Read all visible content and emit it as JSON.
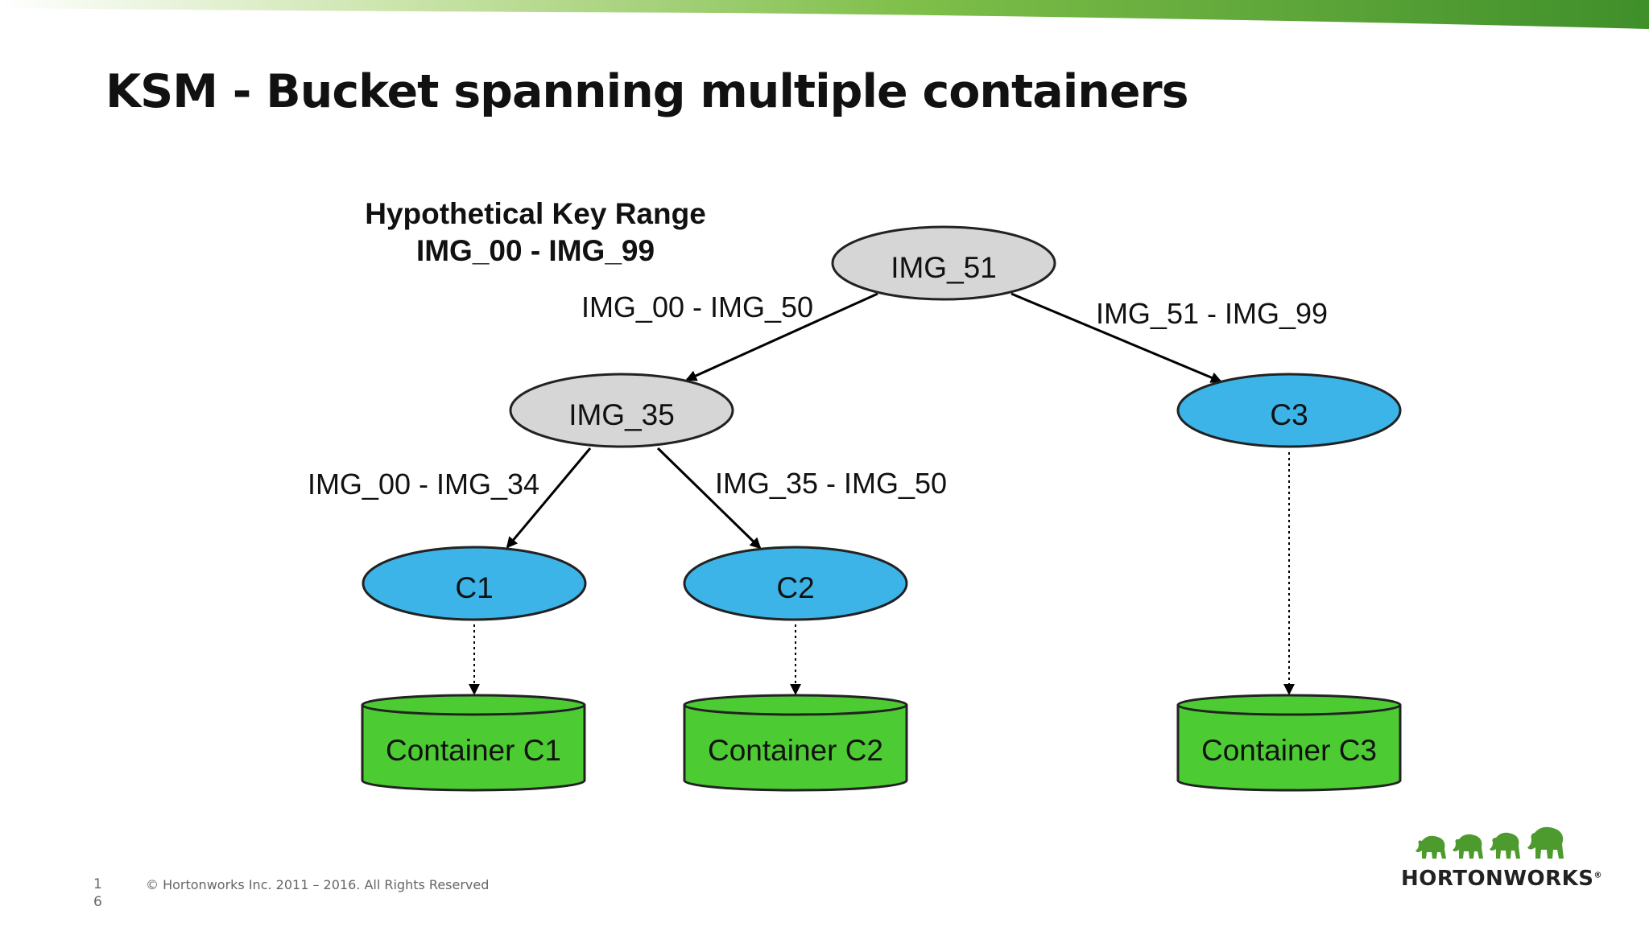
{
  "slide": {
    "title": "KSM - Bucket spanning multiple containers",
    "page_number": "16",
    "copyright": "© Hortonworks Inc. 2011 – 2016. All Rights Reserved",
    "logo_text": "HORTONWORKS",
    "logo_mark": "®"
  },
  "diagram": {
    "caption_line1": "Hypothetical Key Range",
    "caption_line2": "IMG_00 - IMG_99",
    "nodes": {
      "root": "IMG_51",
      "mid": "IMG_35",
      "c1": "C1",
      "c2": "C2",
      "c3": "C3",
      "container_c1": "Container C1",
      "container_c2": "Container C2",
      "container_c3": "Container C3"
    },
    "edges": {
      "root_to_mid": "IMG_00 - IMG_50",
      "root_to_c3": "IMG_51 - IMG_99",
      "mid_to_c1": "IMG_00 - IMG_34",
      "mid_to_c2": "IMG_35 - IMG_50"
    }
  },
  "colors": {
    "internal_node": "#d6d6d6",
    "leaf_node": "#3cb4e8",
    "container": "#4ccc32",
    "accent_green": "#4d9a2e"
  }
}
